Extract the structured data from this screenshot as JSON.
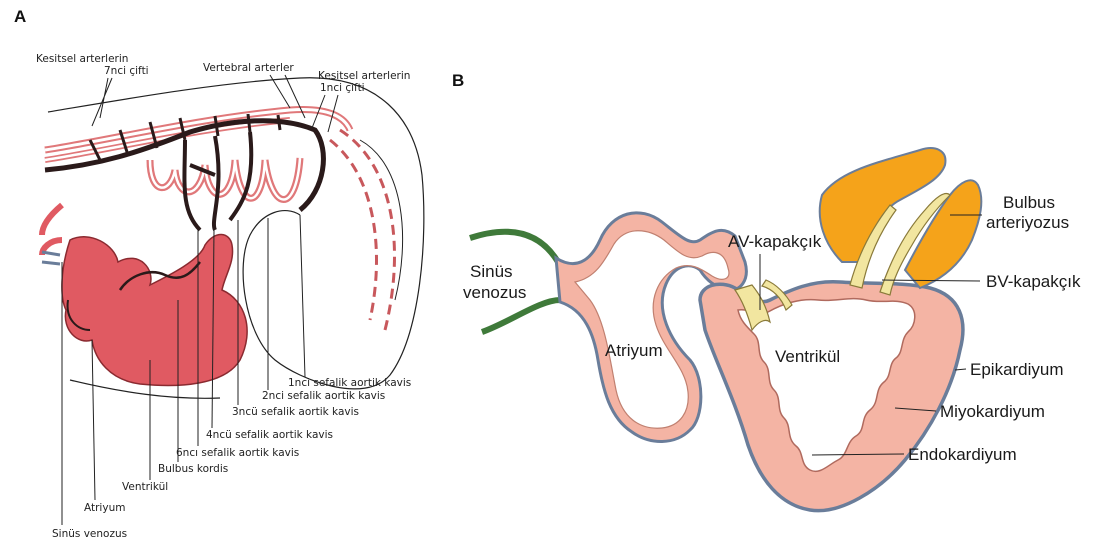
{
  "panel_a": {
    "letter": "A",
    "labels": {
      "kesitsel_7_l1": "Kesitsel arterlerin",
      "kesitsel_7_l2": "7nci çifti",
      "vertebral": "Vertebral arterler",
      "kesitsel_1_l1": "Kesitsel arterlerin",
      "kesitsel_1_l2": "1nci çifti",
      "kavis1_l1": "1nci sefalik aortik kavis",
      "kavis2_l1": "2nci sefalik aortik kavis",
      "kavis3": "3ncü sefalik aortik kavis",
      "kavis4": "4ncü sefalik aortik kavis",
      "kavis6": "6ncı sefalik aortik kavis",
      "bulbus_kordis": "Bulbus kordis",
      "ventrikul": "Ventrikül",
      "atriyum": "Atriyum",
      "sinus": "Sinüs venozus"
    }
  },
  "panel_b": {
    "letter": "B",
    "labels": {
      "sinus_l1": "Sinüs",
      "sinus_l2": "venozus",
      "av": "AV-kapakçık",
      "atriyum": "Atriyum",
      "ventrikul": "Ventrikül",
      "bulbus_l1": "Bulbus",
      "bulbus_l2": "arteriyozus",
      "bv": "BV-kapakçık",
      "epikardiyum": "Epikardiyum",
      "miyokardiyum": "Miyokardiyum",
      "endokardiyum": "Endokardiyum"
    }
  },
  "colors": {
    "artery_red": "#e0787a",
    "heart_red": "#e05a62",
    "vessel_dark": "#2a1a1a",
    "myocardium_pink": "#f4b4a4",
    "epicardium_blue": "#6a7d9a",
    "bulbus_orange": "#f5a31a",
    "valve_yellow": "#f2e6a0",
    "vein_green": "#3f7a3a"
  }
}
